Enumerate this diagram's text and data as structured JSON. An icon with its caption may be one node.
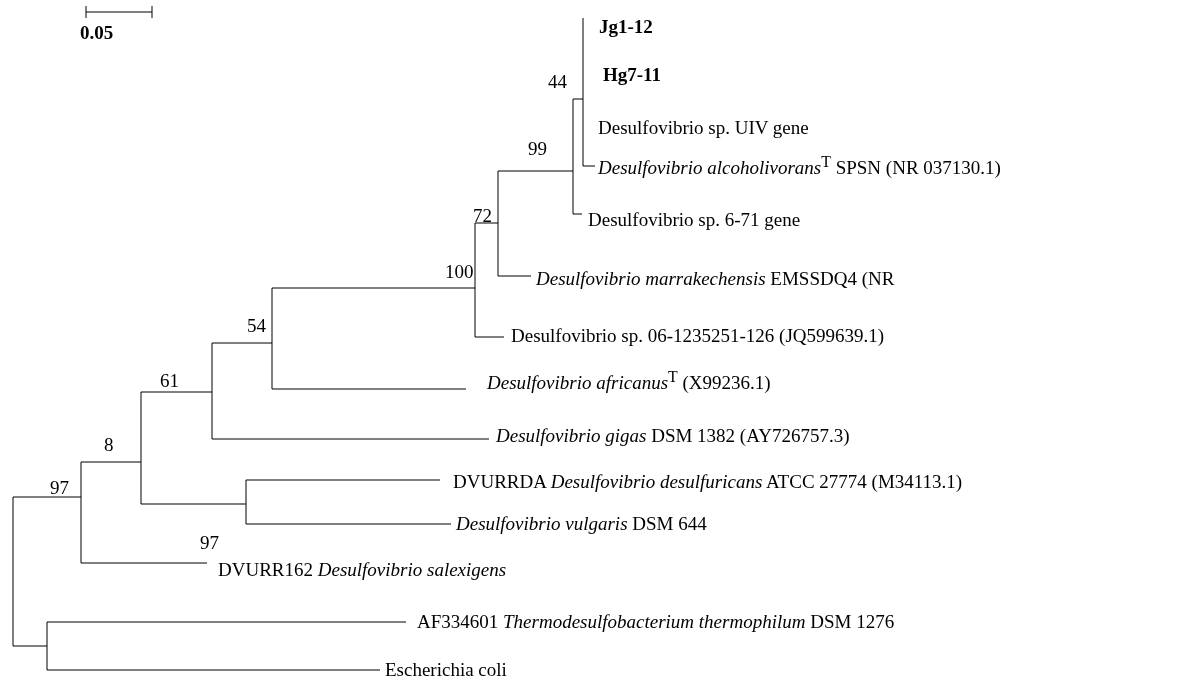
{
  "diagram": {
    "labels": [
      "**Jg1**-12",
      "0.05",
      "Hg7-11",
      "44",
      "Desulfovibrio sp. UIV gene",
      "99",
      "*Desulfovibrio alcoholivorans*$^{T}$ SPSN (NR 037130.1)",
      "72",
      "Desulfovibrio sp. 6-71 gene",
      "100",
      "*Desulfovibrio marrakechensis* EMSSDQ4 (NR",
      "54",
      "Desulfovibrio sp. 06-1235251-126 (JQ599639.1)",
      "*Desulfovibrio africanus*$^{T}$ (X99236.1)",
      "61",
      "8",
      "*Desulfovibrio gigas* DSM 1382 (AY726757.3)",
      "DVURRDA *Desulfovibrio desulfuricans* ATCC 27774 (M34113.1)",
      "97",
      "*Desulfovibrio vulgaris* DSM 644",
      "97",
      "DVURR162 *Desulfovibrio salexigens*",
      "AF334601 *Thermodesulfobacterium thermophilum* DSM 1276",
      "Escherichia coli"
    ]
  }
}
